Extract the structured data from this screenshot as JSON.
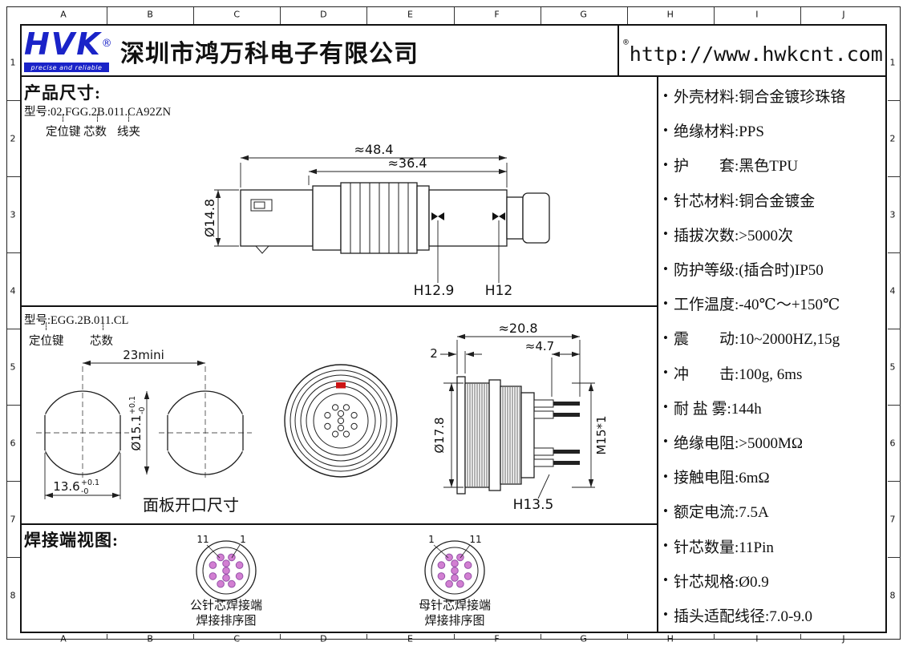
{
  "colors": {
    "logo_blue": "#1a23c8",
    "pin_pink": "#d27fd2",
    "key_red": "#cc1414",
    "line_dark": "#1f1f1f"
  },
  "grid": {
    "cols": [
      "A",
      "B",
      "C",
      "D",
      "E",
      "F",
      "G",
      "H",
      "I",
      "J"
    ],
    "rows": [
      "1",
      "2",
      "3",
      "4",
      "5",
      "6",
      "7",
      "8"
    ]
  },
  "header": {
    "logo_text": "HVK",
    "registered": "®",
    "tagline": "precise and reliable",
    "company": "深圳市鸿万科电子有限公司",
    "url_registered": "®",
    "url": "http://www.hwkcnt.com"
  },
  "product": {
    "section1_title": "产品尺寸:",
    "model1": "型号:02.FGG.2B.011.CA92ZN",
    "model1_labels": [
      "定位键",
      "芯数",
      "线夹"
    ],
    "model2": "型号:EGG.2B.011.CL",
    "model2_labels": [
      "定位键",
      "芯数"
    ],
    "panel_caption": "面板开口尺寸",
    "weld_title": "焊接端视图:",
    "weld_male": [
      "公针芯焊接端",
      "焊接排序图"
    ],
    "weld_female": [
      "母针芯焊接端",
      "焊接排序图"
    ]
  },
  "dims": {
    "plug": {
      "overall": "≈48.4",
      "front": "≈36.4",
      "dia": "Ø14.8",
      "h1": "H12.9",
      "h2": "H12"
    },
    "panel": {
      "pitch": "23mini",
      "dia": "Ø15.1",
      "dia_tol_top": "+0.1",
      "dia_tol_bot": "-0",
      "flat": "13.6",
      "flat_tol_top": "+0.1",
      "flat_tol_bot": "-0"
    },
    "socket": {
      "len": "≈20.8",
      "rear": "≈4.7",
      "flange": "2",
      "dia": "Ø17.8",
      "thread": "M15*1",
      "h": "H13.5"
    },
    "weld": {
      "male_left": "11",
      "male_right": "1",
      "female_left": "1",
      "female_right": "11"
    }
  },
  "spec_list": {
    "bullet": "•",
    "items": [
      "外壳材料:铜合金镀珍珠铬",
      "绝缘材料:PPS",
      "护　　套:黑色TPU",
      "针芯材料:铜合金镀金",
      "插拔次数:>5000次",
      "防护等级:(插合时)IP50",
      "工作温度:-40℃～+150℃",
      "震　　动:10~2000HZ,15g",
      "冲　　击:100g, 6ms",
      "耐 盐 雾:144h",
      "绝缘电阻:>5000MΩ",
      "接触电阻:6mΩ",
      "额定电流:7.5A",
      "针芯数量:11Pin",
      "针芯规格:Ø0.9",
      "插头适配线径:7.0-9.0"
    ]
  }
}
